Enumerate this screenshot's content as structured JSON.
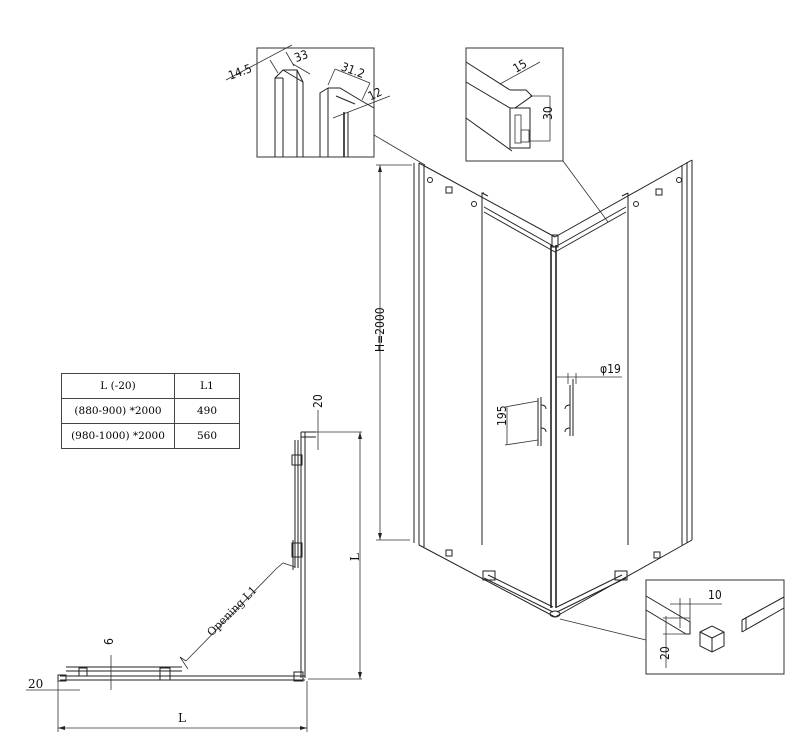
{
  "table": {
    "headers": [
      "L (-20)",
      "L1"
    ],
    "rows": [
      {
        "size": "(880-900) *2000",
        "l1": "490"
      },
      {
        "size": "(980-1000) *2000",
        "l1": "560"
      }
    ]
  },
  "detail_top_left": {
    "dim_a": "14.5",
    "dim_b": "33",
    "dim_c": "31.2",
    "dim_d": "12"
  },
  "detail_top_right": {
    "dim_width": "15",
    "dim_height": "30"
  },
  "detail_bottom_right": {
    "dim_width": "10",
    "dim_height": "20"
  },
  "elevation": {
    "height_label": "H=2000",
    "handle_diameter": "φ19",
    "handle_length": "195"
  },
  "plan": {
    "opening_label": "Opening L1",
    "width_label": "L",
    "depth_label": "L",
    "offset_top": "20",
    "offset_left": "20",
    "gap": "6"
  }
}
